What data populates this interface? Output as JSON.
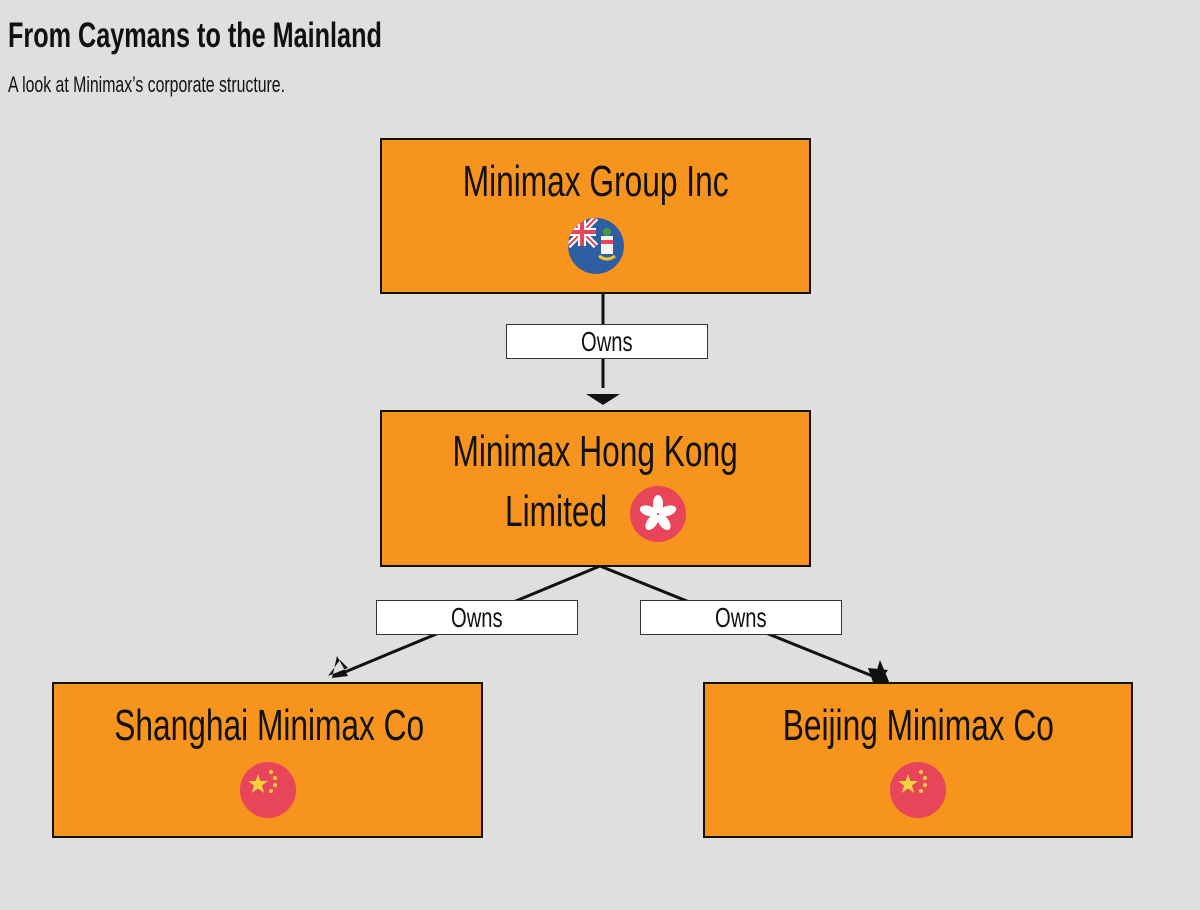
{
  "title": "From Caymans to the Mainland",
  "subtitle": "A look at Minimax’s corporate structure.",
  "colors": {
    "box": "#f7941d",
    "background": "#dfe0dd"
  },
  "nodes": [
    {
      "name": "Minimax Group Inc",
      "flag": "cayman-islands-flag-icon"
    },
    {
      "name_line1": "Minimax Hong Kong",
      "name_line2": "Limited",
      "flag": "hong-kong-flag-icon"
    },
    {
      "name": "Shanghai Minimax Co",
      "flag": "china-flag-icon"
    },
    {
      "name": "Beijing Minimax Co",
      "flag": "china-flag-icon"
    }
  ],
  "edges": [
    {
      "from": "Minimax Group Inc",
      "to": "Minimax Hong Kong Limited",
      "label": "Owns"
    },
    {
      "from": "Minimax Hong Kong Limited",
      "to": "Shanghai Minimax Co",
      "label": "Owns"
    },
    {
      "from": "Minimax Hong Kong Limited",
      "to": "Beijing Minimax Co",
      "label": "Owns"
    }
  ]
}
